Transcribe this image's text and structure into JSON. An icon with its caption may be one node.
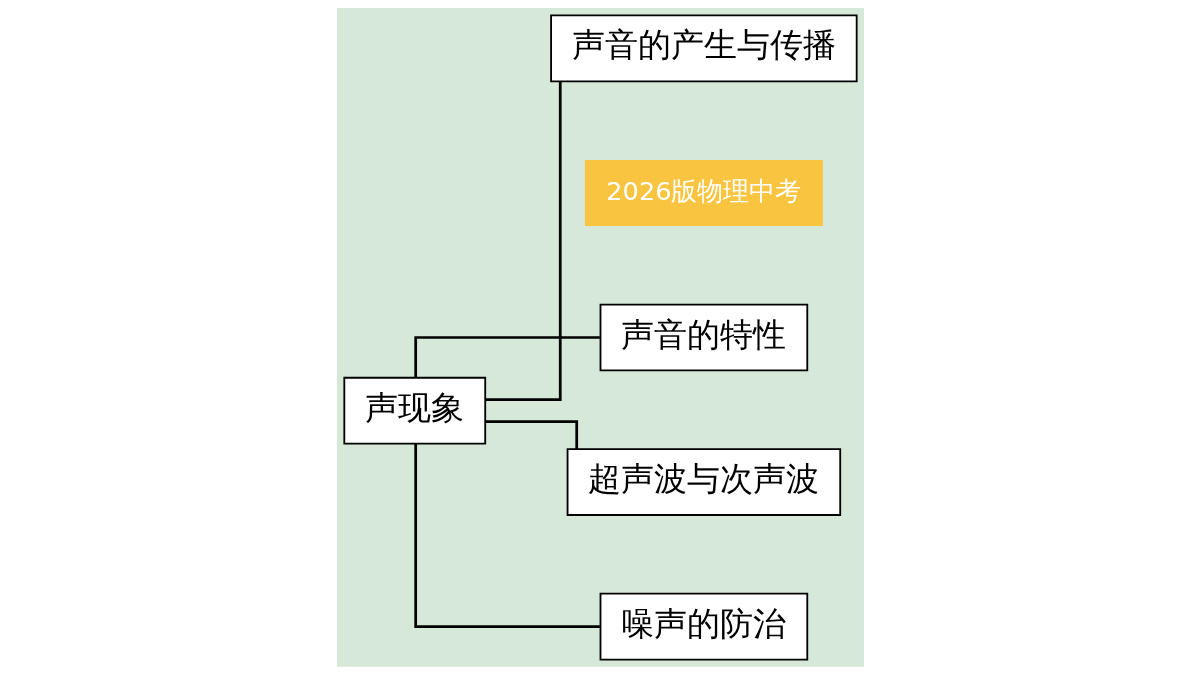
{
  "diagram": {
    "nodes": [
      {
        "text": [
          "声现象"
        ]
      },
      {
        "text": [
          "声音的产生与传播"
        ]
      },
      {
        "text": [
          "声音的特性"
        ]
      },
      {
        "text": [
          "超声波与次声波"
        ]
      },
      {
        "text": [
          "噪声的防治"
        ]
      }
    ],
    "edges": [
      {
        "from": 0,
        "to": 1,
        "arrow": "none"
      },
      {
        "from": 0,
        "to": 2,
        "arrow": "none"
      },
      {
        "from": 0,
        "to": 3,
        "arrow": "none"
      },
      {
        "from": 0,
        "to": 4,
        "arrow": "none"
      }
    ],
    "labels": [
      "2026版物理中考"
    ]
  }
}
